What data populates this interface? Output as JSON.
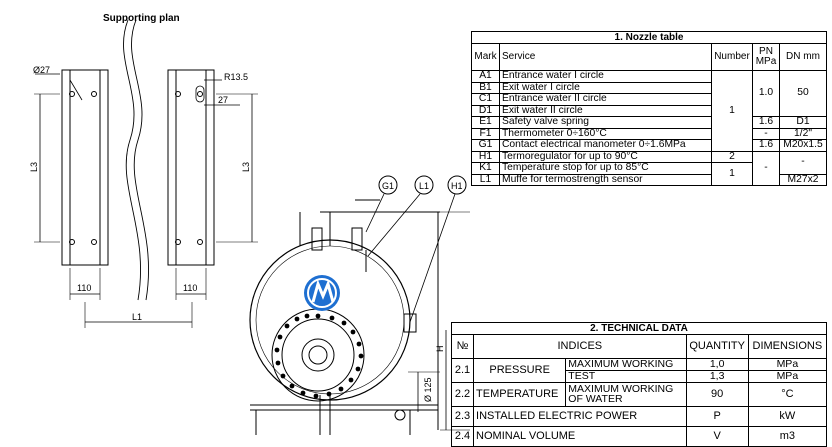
{
  "drawing": {
    "supporting_plan_label": "Supporting plan",
    "dim_phi27": "Ø27",
    "dim_r13_5": "R13.5",
    "dim_27": "27",
    "dim_l3_left": "L3",
    "dim_l3_right": "L3",
    "dim_110_left": "110",
    "dim_110_right": "110",
    "dim_l1": "L1",
    "callout_g1": "G1",
    "callout_l1": "L1",
    "callout_h1": "H1",
    "dim_h": "H",
    "dim_phi125": "Ø 125"
  },
  "nozzle_table": {
    "title": "1. Nozzle table",
    "headers": {
      "mark": "Mark",
      "service": "Service",
      "number": "Number",
      "pn": "PN MPa",
      "dn": "DN mm"
    },
    "rows": [
      {
        "mark": "A1",
        "service": "Entrance water I circle"
      },
      {
        "mark": "B1",
        "service": "Exit water I circle"
      },
      {
        "mark": "C1",
        "service": "Entrance water II circle"
      },
      {
        "mark": "D1",
        "service": "Exit water II circle"
      },
      {
        "mark": "E1",
        "service": "Safety valve spring"
      },
      {
        "mark": "F1",
        "service": "Thermometer 0÷160°C"
      },
      {
        "mark": "G1",
        "service": "Contact electrical manometer 0÷1.6MPa"
      },
      {
        "mark": "H1",
        "service": "Termoregulator for up to 90°C"
      },
      {
        "mark": "K1",
        "service": "Temperature stop for up to 85°C"
      },
      {
        "mark": "L1",
        "service": "Muffe for termostrength sensor"
      }
    ],
    "number_a_to_g": "1",
    "number_h": "2",
    "number_k_l": "1",
    "pn_a_to_d": "1.0",
    "pn_e": "1.6",
    "pn_f": "-",
    "pn_g": "1.6",
    "pn_h_to_l": "-",
    "dn_a_to_d": "50",
    "dn_e": "D1",
    "dn_f": "1/2\"",
    "dn_g": "M20x1.5",
    "dn_h_k": "-",
    "dn_l": "M27x2"
  },
  "tech_table": {
    "title": "2. TECHNICAL DATA",
    "headers": {
      "num": "№",
      "indices": "INDICES",
      "quantity": "QUANTITY",
      "dimensions": "DIMENSIONS"
    },
    "rows": {
      "r1": {
        "num": "2.1",
        "index": "PRESSURE",
        "sub1": "MAXIMUM WORKING",
        "q1": "1,0",
        "d1": "MPa",
        "sub2": "TEST",
        "q2": "1,3",
        "d2": "MPa"
      },
      "r2": {
        "num": "2.2",
        "index": "TEMPERATURE",
        "sub": "MAXIMUM WORKING OF WATER",
        "q": "90",
        "d": "°C"
      },
      "r3": {
        "num": "2.3",
        "index": "INSTALLED ELECTRIC POWER",
        "q": "P",
        "d": "kW"
      },
      "r4": {
        "num": "2.4",
        "index": "NOMINAL VOLUME",
        "q": "V",
        "d": "m3"
      }
    }
  },
  "colors": {
    "logo_blue": "#1e6fd1",
    "line": "#000000"
  }
}
